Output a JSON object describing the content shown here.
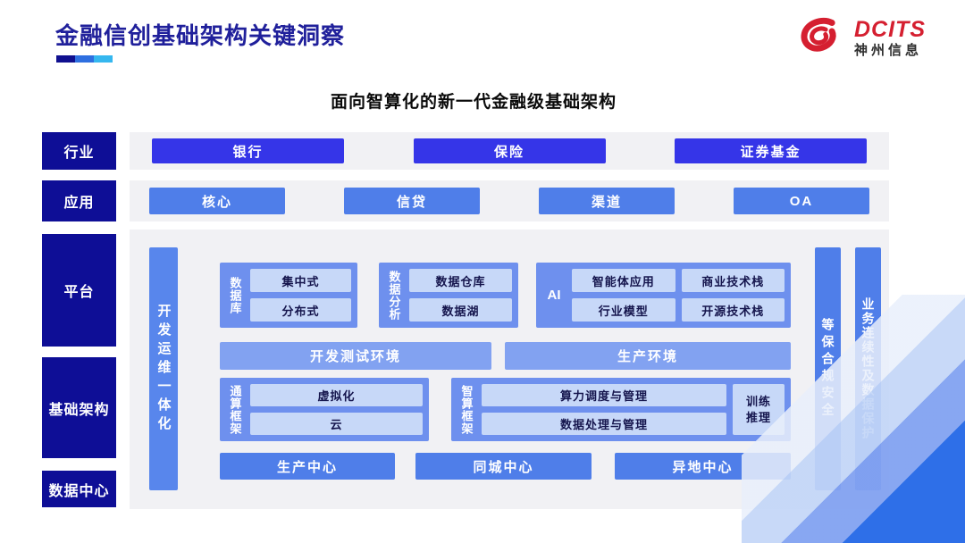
{
  "slide": {
    "title": "金融信创基础架构关键洞察",
    "subtitle": "面向智算化的新一代金融级基础架构"
  },
  "logo": {
    "brand": "DCITS",
    "company": "神州信息"
  },
  "layers": {
    "industry": {
      "label": "行业",
      "items": [
        "银行",
        "保险",
        "证券基金"
      ]
    },
    "application": {
      "label": "应用",
      "items": [
        "核心",
        "信贷",
        "渠道",
        "OA"
      ]
    },
    "platform_label": "平台",
    "infrastructure_label": "基础架构",
    "datacenter_label": "数据中心"
  },
  "platform": {
    "devops_bar": "开发运维一体化",
    "database_group": {
      "label": "数据库",
      "items": [
        "集中式",
        "分布式"
      ]
    },
    "analytics_group": {
      "label": "数据分析",
      "items": [
        "数据仓库",
        "数据湖"
      ]
    },
    "ai_group": {
      "label": "AI",
      "items": [
        "智能体应用",
        "商业技术栈",
        "行业模型",
        "开源技术栈"
      ]
    },
    "env_bars": [
      "开发测试环境",
      "生产环境"
    ],
    "general_compute": {
      "label": "通算框架",
      "items": [
        "虚拟化",
        "云"
      ]
    },
    "intelligent_compute": {
      "label": "智算框架",
      "items": [
        "算力调度与管理",
        "数据处理与管理"
      ],
      "side_box": "训练推理"
    },
    "centers": [
      "生产中心",
      "同城中心",
      "异地中心"
    ],
    "security_bar": "等保合规安全",
    "continuity_bar": "业务连续性及数据保护"
  },
  "colors": {
    "title_text": "#20209B",
    "layer_label_bg": "#0E0E96",
    "industry_button": "#3535E8",
    "app_button": "#4F7EE9",
    "group_container": "#6E90EE",
    "inner_chip": "#C7D8F8",
    "env_bar": "#82A2F1",
    "devops_bar": "#5886EC",
    "row_background": "#F1F1F4",
    "logo_red": "#D51F30",
    "underline": [
      "#10108F",
      "#2E6FE0",
      "#35B7EF"
    ]
  }
}
